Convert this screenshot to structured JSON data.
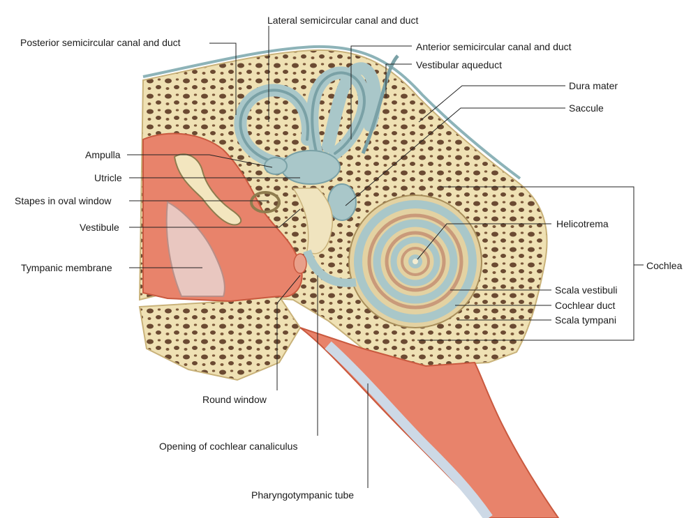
{
  "colors": {
    "bone": "#efe1b4",
    "bone_dark": "#6b4a32",
    "tissue": "#e8836b",
    "tissue_dark": "#d4654c",
    "labyrinth": "#a9c7c9",
    "labyrinth_dark": "#7aa1a6",
    "membrane": "#e9c7c0",
    "tube_lining": "#cdd9e6",
    "leader": "#222222"
  },
  "labels": {
    "lateral_canal": "Lateral semicircular canal and duct",
    "posterior_canal": "Posterior semicircular canal and duct",
    "anterior_canal": "Anterior semicircular canal and duct",
    "vestibular_aqueduct": "Vestibular aqueduct",
    "dura_mater": "Dura mater",
    "saccule": "Saccule",
    "ampulla": "Ampulla",
    "utricle": "Utricle",
    "stapes": "Stapes in oval window",
    "vestibule": "Vestibule",
    "tympanic_membrane": "Tympanic membrane",
    "helicotrema": "Helicotrema",
    "cochlea": "Cochlea",
    "scala_vestibuli": "Scala vestibuli",
    "cochlear_duct": "Cochlear duct",
    "scala_tympani": "Scala tympani",
    "round_window": "Round window",
    "cochlear_canaliculus": "Opening of cochlear canaliculus",
    "pharyngotympanic_tube": "Pharyngotympanic tube"
  }
}
